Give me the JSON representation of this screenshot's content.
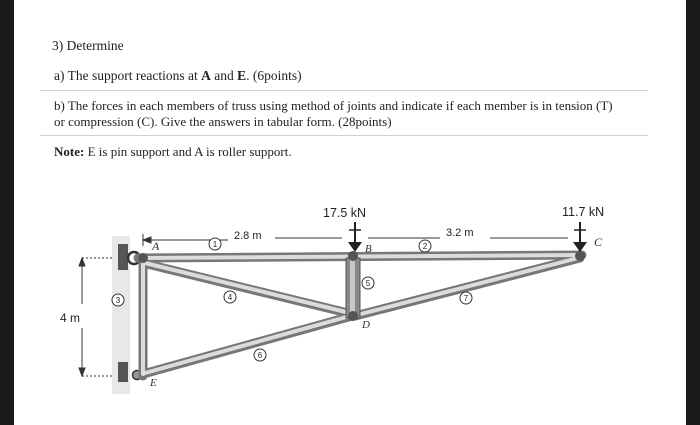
{
  "problem": {
    "heading": "3) Determine",
    "part_a_prefix": "a) The support reactions at ",
    "part_a_A": "A",
    "part_a_and": " and ",
    "part_a_E": "E",
    "part_a_suffix": ". (6points)",
    "part_b_line1": "b) The forces in each members of truss using method of joints and indicate if each member is in tension (T)",
    "part_b_line2": "or compression (C). Give the answers in tabular form. (28points)",
    "note_label": "Note:",
    "note_text": " E is pin support and A is roller support."
  },
  "figure": {
    "dim_left_span": "2.8 m",
    "dim_right_span": "3.2 m",
    "dim_height": "4 m",
    "load_B": "17.5 kN",
    "load_C": "11.7 kN",
    "joints": {
      "A": "A",
      "B": "B",
      "C": "C",
      "D": "D",
      "E": "E"
    },
    "members": [
      "1",
      "2",
      "3",
      "4",
      "5",
      "6",
      "7"
    ]
  }
}
